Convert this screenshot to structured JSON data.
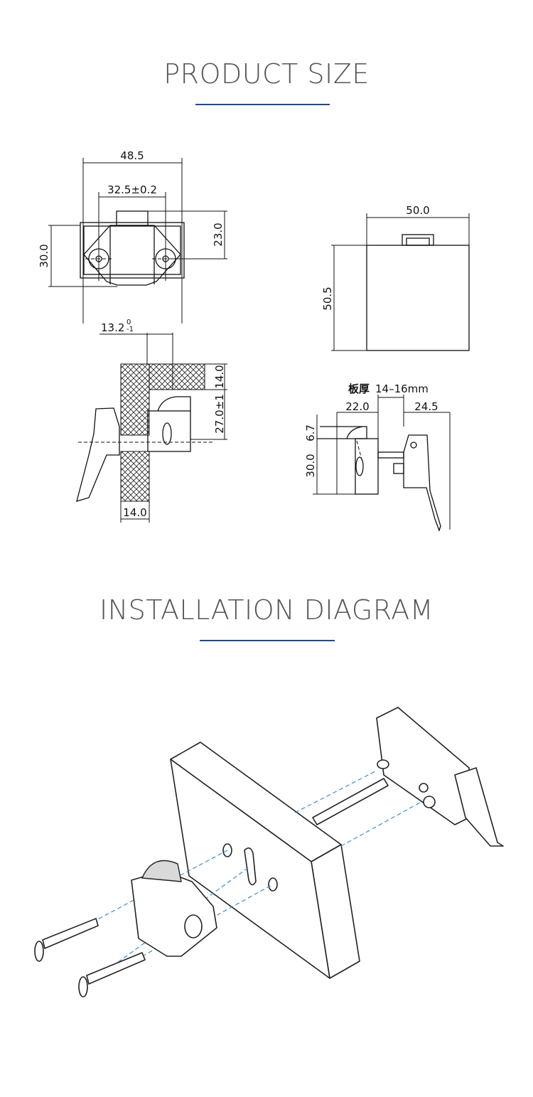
{
  "sections": {
    "product_size": {
      "title": "PRODUCT SIZE"
    },
    "installation": {
      "title": "INSTALLATION DIAGRAM"
    }
  },
  "dimensions": {
    "front_view": {
      "overall_width": "48.5",
      "hole_spacing": "32.5±0.2",
      "height": "30.0",
      "hole_height": "23.0"
    },
    "top_view": {
      "width": "50.0",
      "height": "50.5"
    },
    "side_section": {
      "offset": "13.2",
      "offset_tol_upper": "0",
      "offset_tol_lower": "-1",
      "panel_top": "14.0",
      "catch_height": "27.0±1",
      "panel_thickness": "14.0"
    },
    "side_view": {
      "board_label": "板厚",
      "board_thickness": "14–16mm",
      "left_depth": "22.0",
      "right_depth": "24.5",
      "top_offset": "6.7",
      "height": "30.0"
    }
  }
}
